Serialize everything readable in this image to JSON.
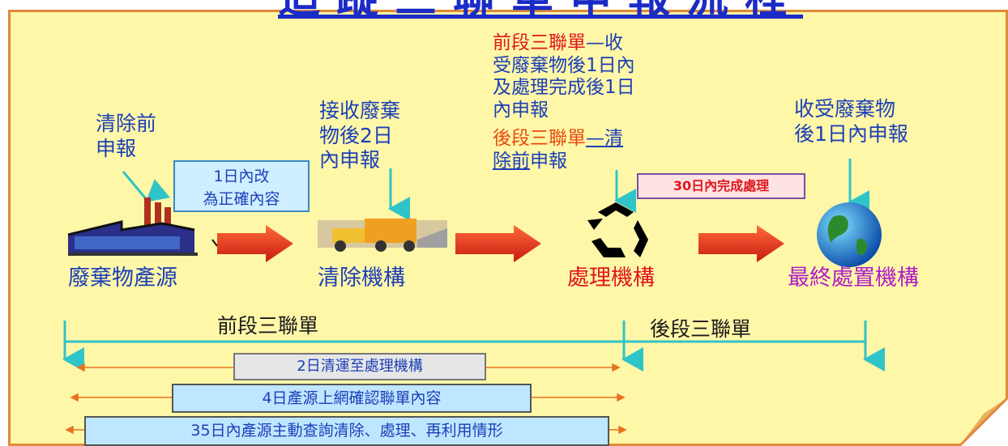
{
  "title": "追蹤三聯單申報流程",
  "nodes": {
    "source": "廢棄物產源",
    "clearing": "清除機構",
    "processing": "處理機構",
    "final": "最終處置機構"
  },
  "notes": {
    "pre_clear": [
      "清除前",
      "申報"
    ],
    "correction": [
      "1日內改",
      "為正確內容"
    ],
    "receive_clear": [
      "接收廢棄",
      "物後2日",
      "內申報"
    ],
    "front_label": "前段三聯單",
    "front_text": [
      "—收",
      "受廢棄物後1日內",
      "及處理完成後1日",
      "內申報"
    ],
    "back_label": "後段三聯單",
    "back_text_1": "—清",
    "back_text_2_ul": "除前",
    "back_text_2": "申報",
    "complete_30": "30日內完成處理",
    "final_report": [
      "收受廢棄物",
      "後1日內申報"
    ]
  },
  "timeline": {
    "front_section": "前段三聯單",
    "back_section": "後段三聯單",
    "bar_2": "2日清運至處理機構",
    "bar_4": "4日產源上網確認聯單內容",
    "bar_35": "35日內產源主動查詢清除、處理、再利用情形"
  },
  "colors": {
    "background": "#fff7a8",
    "border": "#e08a3a",
    "arrow_red": "#e8321e",
    "line_cyan": "#2fc4c8",
    "text_blue": "#1c3fb8",
    "text_red": "#e0161b",
    "text_purple": "#b01cc8"
  },
  "icons": [
    "factory-icon",
    "garbage-truck-icon",
    "recycle-icon",
    "globe-icon"
  ]
}
